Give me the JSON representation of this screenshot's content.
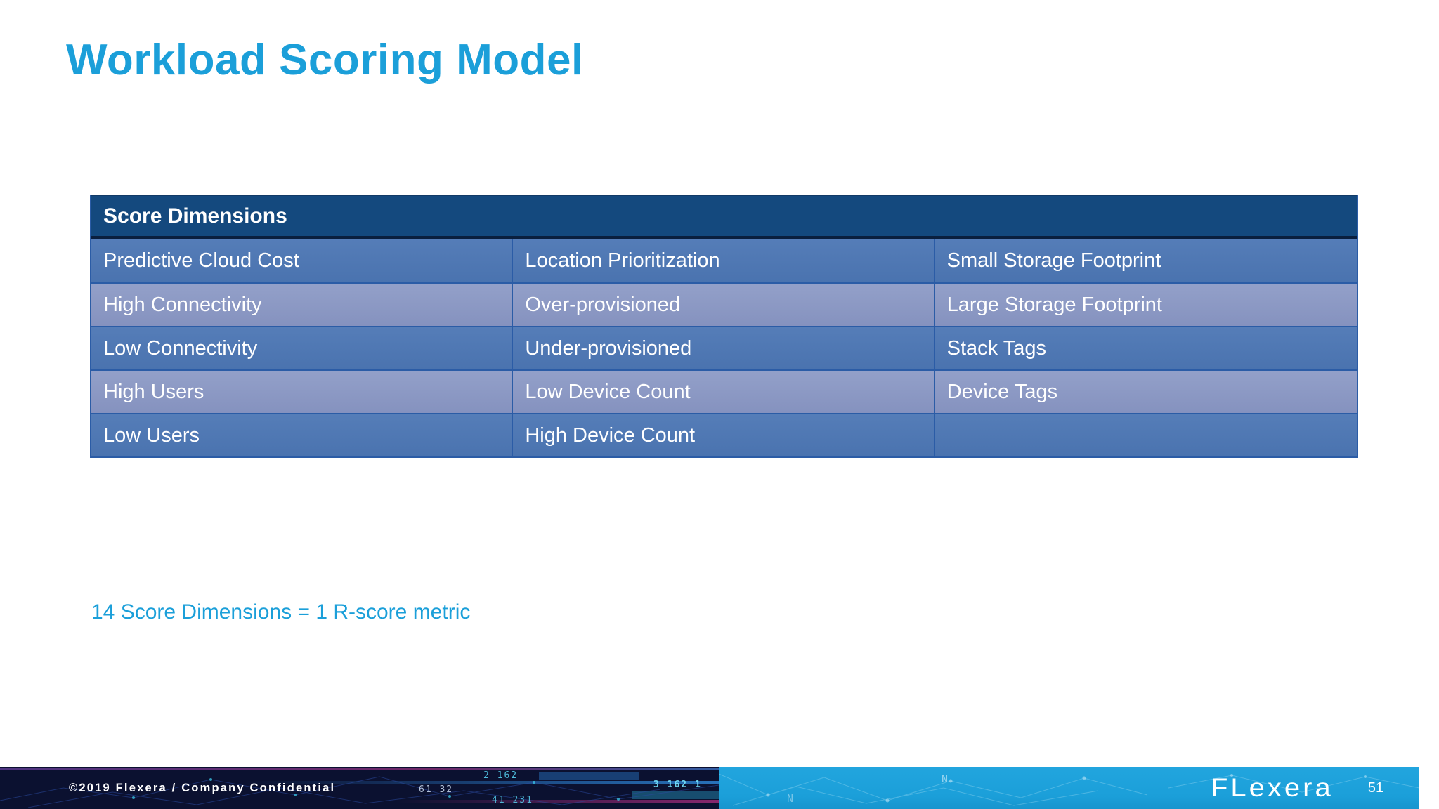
{
  "slide": {
    "title": "Workload Scoring Model",
    "note": "14 Score Dimensions = 1 R-score metric"
  },
  "table": {
    "header": "Score Dimensions",
    "columns": 3,
    "rows": [
      [
        "Predictive Cloud Cost",
        "Location Prioritization",
        "Small Storage Footprint"
      ],
      [
        "High Connectivity",
        "Over-provisioned",
        "Large Storage Footprint"
      ],
      [
        "Low Connectivity",
        "Under-provisioned",
        "Stack Tags"
      ],
      [
        "High Users",
        "Low Device Count",
        "Device Tags"
      ],
      [
        "Low Users",
        "High Device Count",
        ""
      ]
    ]
  },
  "footer": {
    "copyright": "©2019 Flexera / Company Confidential",
    "logo_text": "FLexera",
    "page_number": "51",
    "glitch_fragments": [
      "2 162",
      "61 32",
      "41 231",
      "3 162 1",
      "N",
      "N"
    ]
  },
  "colors": {
    "accent_blue": "#1B9FD9",
    "table_header_bg": "#14497E",
    "row_odd_bg": "#4A73AF",
    "row_even_bg": "#8592BF",
    "row_border": "#2B5CA6",
    "footer_dark_bg": "#0B1130",
    "footer_blue_bg": "#1B9FD9"
  }
}
